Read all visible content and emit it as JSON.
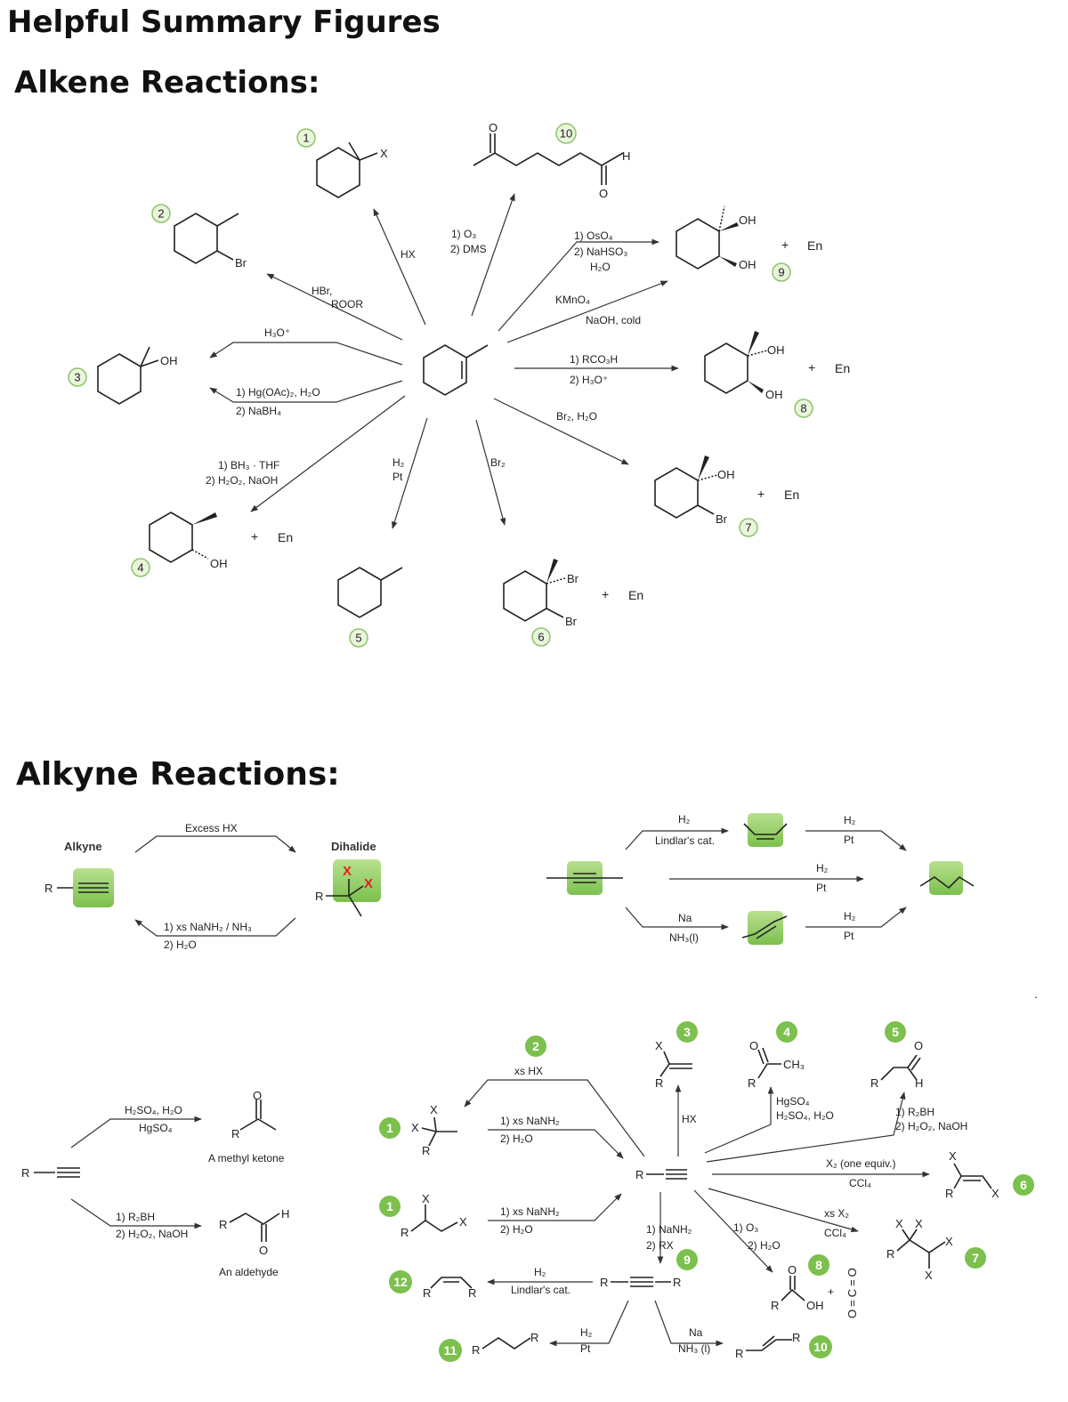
{
  "titles": {
    "main": "Helpful Summary Figures",
    "alkene": "Alkene Reactions:",
    "alkyne": "Alkyne Reactions:"
  },
  "alkene": {
    "r1": "HX",
    "r2a": "HBr,",
    "r2b": "ROOR",
    "r3": "H₃O⁺",
    "r3b1": "1) Hg(OAc)₂, H₂O",
    "r3b2": "2) NaBH₄",
    "r4a": "1) BH₃ · THF",
    "r4b": "2) H₂O₂, NaOH",
    "r5a": "H₂",
    "r5b": "Pt",
    "r6": "Br₂",
    "r7": "Br₂, H₂O",
    "r8a": "1) RCO₃H",
    "r8b": "2) H₃O⁺",
    "r9a": "1) OsO₄",
    "r9b": "2) NaHSO₃",
    "r9c": "H₂O",
    "r9k1": "KMnO₄",
    "r9k2": "NaOH, cold",
    "r10a": "1) O₃",
    "r10b": "2) DMS",
    "en": "En",
    "plus": "+",
    "atoms": {
      "X": "X",
      "Br": "Br",
      "OH": "OH",
      "O": "O",
      "H": "H"
    },
    "nums": [
      "1",
      "2",
      "3",
      "4",
      "5",
      "6",
      "7",
      "8",
      "9",
      "10"
    ]
  },
  "alkyne_top": {
    "alkyne_label": "Alkyne",
    "dihalide_label": "Dihalide",
    "excess_hx": "Excess HX",
    "rev1": "1) xs NaNH₂ / NH₃",
    "rev2": "2) H₂O",
    "R": "R",
    "X": "X",
    "h2": "H₂",
    "lindlar": "Lindlar's cat.",
    "pt": "Pt",
    "na": "Na",
    "nh3": "NH₃(l)"
  },
  "alkyne_bottom": {
    "hyd1a": "H₂SO₄, H₂O",
    "hyd1b": "HgSO₄",
    "methyl_ketone": "A methyl ketone",
    "hyd2a": "1) R₂BH",
    "hyd2b": "2) H₂O₂, NaOH",
    "aldehyde": "An aldehyde",
    "xs_hx": "xs HX",
    "elim1": "1) xs NaNH₂",
    "elim2": "2) H₂O",
    "hx": "HX",
    "hgso4a": "HgSO₄",
    "hgso4b": "H₂SO₄, H₂O",
    "r2bh1": "1) R₂BH",
    "r2bh2": "2) H₂O₂, NaOH",
    "x2one": "X₂ (one equiv.)",
    "ccl4": "CCl₄",
    "xsx2": "xs X₂",
    "o31": "1) O₃",
    "o32": "2) H₂O",
    "alk1": "1) NaNH₂",
    "alk2": "2) RX",
    "h2": "H₂",
    "lindlar": "Lindlar's cat.",
    "pt": "Pt",
    "na": "Na",
    "nh3": "NH₃ (l)",
    "CH3": "CH₃",
    "nums": [
      "1",
      "2",
      "3",
      "4",
      "5",
      "6",
      "7",
      "8",
      "9",
      "10",
      "11",
      "12"
    ]
  }
}
